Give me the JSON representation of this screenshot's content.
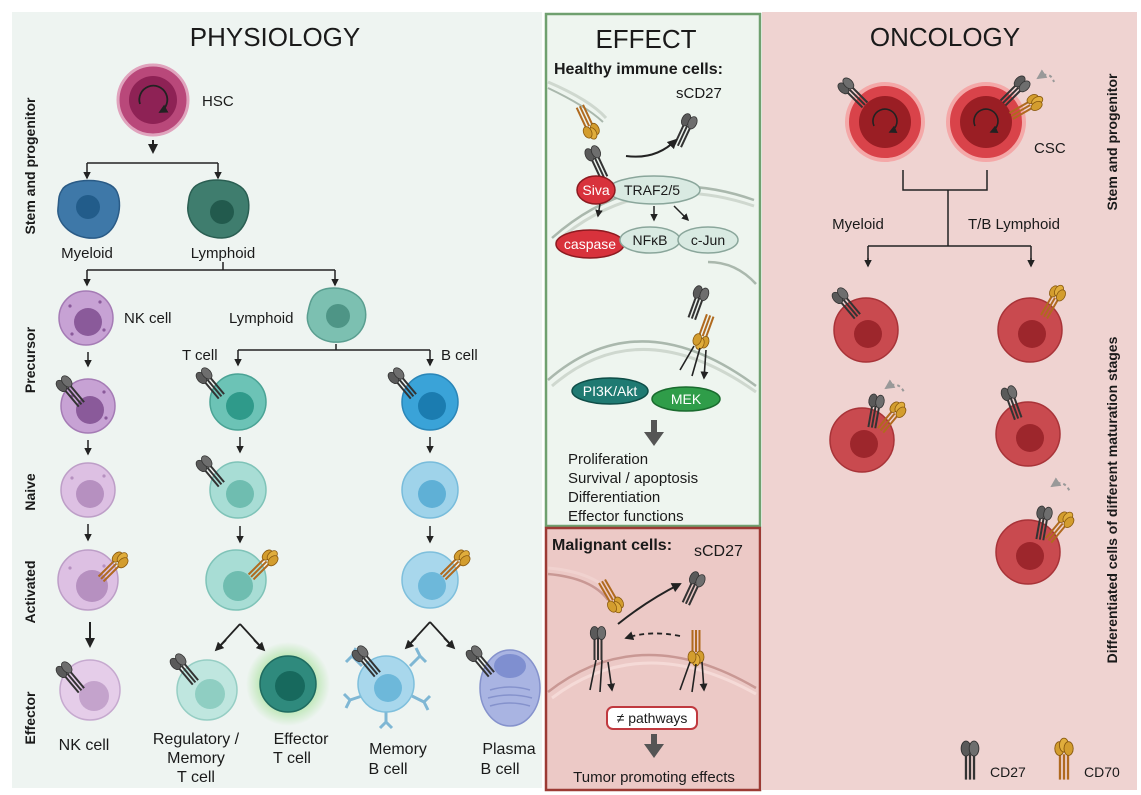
{
  "colors": {
    "physiology_bg": "#eef4f1",
    "effect_bg": "#eef5ef",
    "effect_border": "#6fa06f",
    "oncology_bg": "#efd3d1",
    "malignant_bg": "#ecc9c6",
    "malignant_border": "#9c3a34",
    "cd27": "#5a5a5a",
    "cd70": "#d39d2e",
    "tumor": "#c94a4f",
    "siva": "#d8323c",
    "pi3k": "#1f7a72",
    "mek": "#2f9d49"
  },
  "physiology": {
    "title": "PHYSIOLOGY",
    "rows": [
      "Stem and progenitor",
      "Precursor",
      "Naive",
      "Activated",
      "Effector"
    ],
    "hsc": "HSC",
    "myeloid": "Myeloid",
    "lymphoid_1": "Lymphoid",
    "nk_cell_precursor": "NK cell",
    "lymphoid_2": "Lymphoid",
    "t_cell": "T cell",
    "b_cell": "B cell",
    "effectors": {
      "nk_cell": "NK cell",
      "regulatory_line1": "Regulatory /",
      "regulatory_line2": "Memory",
      "regulatory_line3": "T cell",
      "effector_line1": "Effector",
      "effector_line2": "T cell",
      "memory_line1": "Memory",
      "memory_line2": "B cell",
      "plasma_line1": "Plasma",
      "plasma_line2": "B cell"
    }
  },
  "effect": {
    "title": "EFFECT",
    "healthy_heading": "Healthy immune cells:",
    "scd27_top": "sCD27",
    "siva": "Siva",
    "traf": "TRAF2/5",
    "caspase": "caspase",
    "nfkb": "NFκB",
    "cjun": "c-Jun",
    "pi3k": "PI3K/Akt",
    "mek": "MEK",
    "outcomes": [
      "Proliferation",
      "Survival / apoptosis",
      "Differentiation",
      "Effector functions"
    ],
    "malignant_heading": "Malignant cells:",
    "scd27_bottom": "sCD27",
    "pathways": "≠ pathways",
    "tumor_effects": "Tumor promoting effects"
  },
  "oncology": {
    "title": "ONCOLOGY",
    "stem_label": "Stem and progenitor",
    "csc": "CSC",
    "myeloid": "Myeloid",
    "tb_lymphoid": "T/B Lymphoid",
    "differentiated_label": "Differentiated cells of different maturation stages",
    "legend_cd27": "CD27",
    "legend_cd70": "CD70"
  }
}
